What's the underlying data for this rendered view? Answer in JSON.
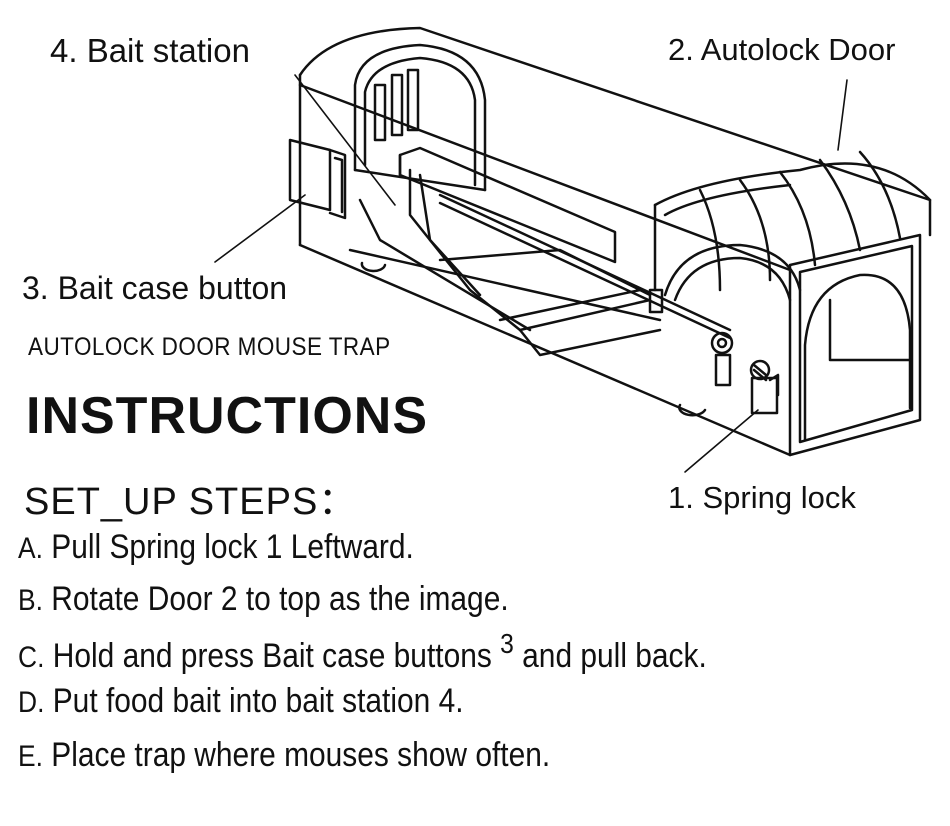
{
  "labels": {
    "bait_station": "4. Bait  station",
    "autolock_door": "2. Autolock Door",
    "bait_case_button": "3. Bait  case  button",
    "spring_lock": "1. Spring  lock"
  },
  "subtitle": "AUTOLOCK DOOR MOUSE TRAP",
  "heading": "INSTRUCTIONS",
  "steps_title": "SET_UP STEPS：",
  "steps": [
    {
      "letter": "A.",
      "text": "Pull Spring lock 1 Leftward."
    },
    {
      "letter": "B.",
      "text": "Rotate Door 2 to top as the image."
    },
    {
      "letter": "C.",
      "text": "Hold and press Bait case buttons",
      "superscript": "3",
      "tail": "and pull back."
    },
    {
      "letter": "D.",
      "text": "Put food bait into bait station 4."
    },
    {
      "letter": "E.",
      "text": "Place trap where mouses show often."
    }
  ]
}
